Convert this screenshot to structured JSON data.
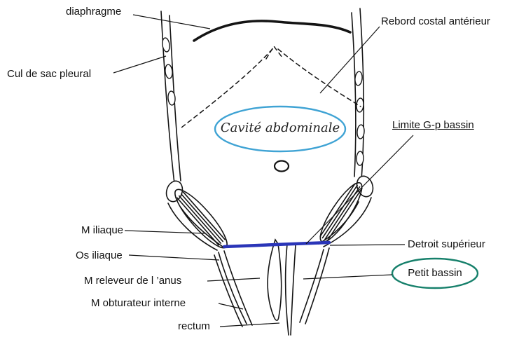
{
  "labels": {
    "diaphragme": "diaphragme",
    "rebord_costal_anterieur": "Rebord costal antérieur",
    "cul_de_sac_pleural": "Cul de sac pleural",
    "cavite_abdominale": "Cavité abdominale",
    "limite_gp_bassin": "Limite G-p bassin",
    "m_iliaque": "M iliaque",
    "os_iliaque": "Os iliaque",
    "m_releveur_anus": "M releveur de l ’anus",
    "m_obturateur_interne": "M obturateur interne",
    "rectum": "rectum",
    "detroit_superieur": "Detroit supérieur",
    "petit_bassin": "Petit bassin"
  },
  "colors": {
    "blue_ellipse": "#3fa3d4",
    "blue_line": "#2a35b8",
    "green_ellipse": "#16806b",
    "ink": "#141414"
  }
}
